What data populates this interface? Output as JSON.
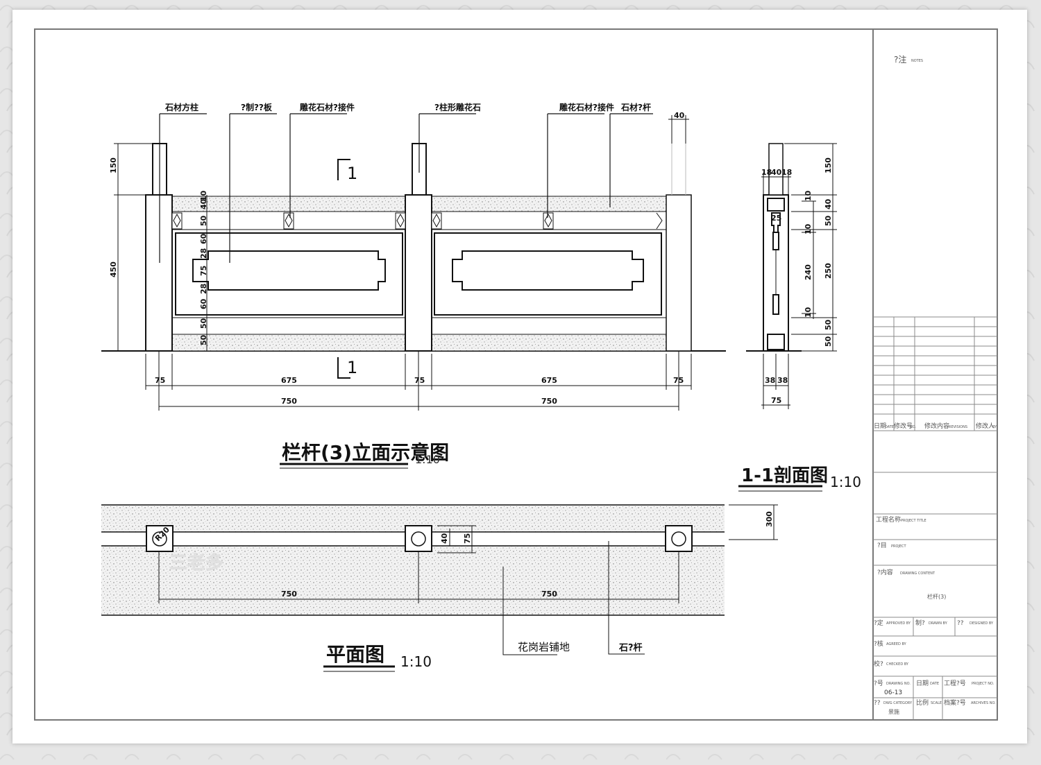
{
  "elevation": {
    "title": "栏杆(3)立面示意图",
    "scale": "1:10",
    "callouts": [
      "石材方柱",
      "?制??板",
      "雕花石材?接件",
      "?柱形雕花石",
      "雕花石材?接件",
      "石材?杆"
    ],
    "section_marks": [
      "1",
      "1"
    ],
    "dim_top": "40",
    "dims_left": [
      "150",
      "450"
    ],
    "dims_stack": [
      "40",
      "10",
      "50",
      "60",
      "28",
      "75",
      "28",
      "60",
      "50",
      "50"
    ],
    "dims_bottom_small": [
      "75",
      "675",
      "75",
      "675",
      "75"
    ],
    "dims_bottom_big": [
      "750",
      "750"
    ]
  },
  "section": {
    "title": "1-1剖面图",
    "scale": "1:10",
    "dims_top": [
      "18",
      "40",
      "18"
    ],
    "dim_inner": "25",
    "dims_right_a": [
      "10",
      "10",
      "240",
      "10"
    ],
    "dims_right_b": [
      "150",
      "40",
      "50",
      "250",
      "50",
      "50"
    ],
    "dims_bottom": [
      "38",
      "38",
      "75"
    ]
  },
  "plan": {
    "title": "平面图",
    "scale": "1:10",
    "radius": "R20",
    "dim_width": "300",
    "dims_post": [
      "40",
      "75"
    ],
    "dims_span": [
      "750",
      "750"
    ],
    "callouts": [
      "花岗岩铺地",
      "石?杆"
    ],
    "watermark": "三老多"
  },
  "title_block": {
    "notes": "?注",
    "notes_en": "NOTES",
    "rev": [
      "日期",
      "DATE",
      "修改号",
      "NO.",
      "修改内容",
      "REVISIONS",
      "修改人",
      "BY"
    ],
    "project_title": "工程名称",
    "project_title_en": "PROJECT TITLE",
    "project": "?目",
    "project_en": "PROJECT",
    "content": "?内容",
    "content_en": "DRAWING CONTENT",
    "content_value": "栏杆(3)",
    "approved": "?定",
    "approved_en": "APPROVED BY",
    "drawn": "制?",
    "drawn_en": "DRAWN BY",
    "designed": "??",
    "designed_en": "DESIGNED BY",
    "agreed": "?核",
    "agreed_en": "AGREED BY",
    "checked": "校?",
    "checked_en": "CHECKED BY",
    "drawing_no": "?号",
    "drawing_no_en": "DRAWING NO.",
    "drawing_no_value": "06-13",
    "date": "日期",
    "date_en": "DATE",
    "project_no": "工程?号",
    "project_no_en": "PROJECT NO.",
    "category": "??",
    "category_en": "DWG CATEGORY",
    "category_value": "景施",
    "scale_label": "比例",
    "scale_en": "SCALE",
    "archives": "档案?号",
    "archives_en": "ARCHIVES NO."
  }
}
